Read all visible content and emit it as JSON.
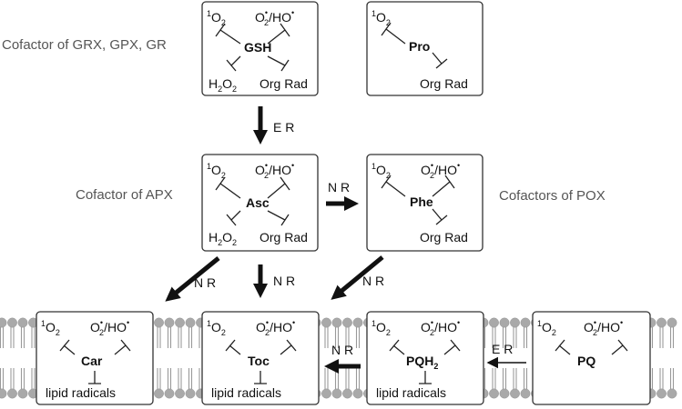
{
  "side_labels": {
    "gsh": "Cofactor of GRX, GPX, GR",
    "asc": "Cofactor of APX",
    "phe": "Cofactors of POX"
  },
  "species": {
    "singlet_o2_sup": "1",
    "o2": "O",
    "o2_sub": "2",
    "superoxide_sup": "•",
    "slash": "/",
    "ho2": "HO",
    "ho2_sup": "•",
    "h2o2_h": "H",
    "h2o2_sub": "2",
    "h2o2_o": "O",
    "org_rad": "Org Rad",
    "lipid_radicals": "lipid radicals"
  },
  "molecules": {
    "gsh": "GSH",
    "pro": "Pro",
    "asc": "Asc",
    "phe": "Phe",
    "car": "Car",
    "toc": "Toc",
    "pqh_base": "PQH",
    "pqh_sub": "2",
    "pq": "PQ"
  },
  "arrows": {
    "er": "E R",
    "nr": "N R"
  }
}
